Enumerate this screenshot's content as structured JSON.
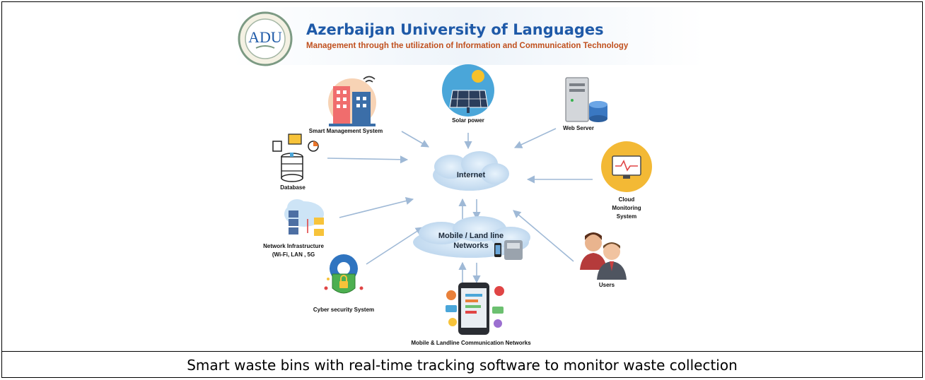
{
  "header": {
    "logo_text": "ADU",
    "university": "Azerbaijan University of Languages",
    "subtitle": "Management through the utilization of Information and Communication Technology"
  },
  "nodes": {
    "internet": "Internet",
    "mobile_landline_1": "Mobile / Land line",
    "mobile_landline_2": "Networks",
    "smart_management": "Smart Management System",
    "solar_power": "Solar power",
    "web_server": "Web Server",
    "database": "Database",
    "cloud_monitoring_1": "Cloud",
    "cloud_monitoring_2": "Monitoring",
    "cloud_monitoring_3": "System",
    "network_infra_1": "Network Infrastructure",
    "network_infra_2": "(Wi-Fi, LAN , 5G",
    "users": "Users",
    "cyber_security": "Cyber security System",
    "mobile_landline_comm": "Mobile & Landline Communication Networks"
  },
  "caption": "Smart waste bins with real-time tracking software to monitor waste collection",
  "colors": {
    "header_blue": "#1f5aa8",
    "subtitle_orange": "#c0501e",
    "arrow": "#9fb9d6",
    "cloud": "#cfe3f5"
  }
}
